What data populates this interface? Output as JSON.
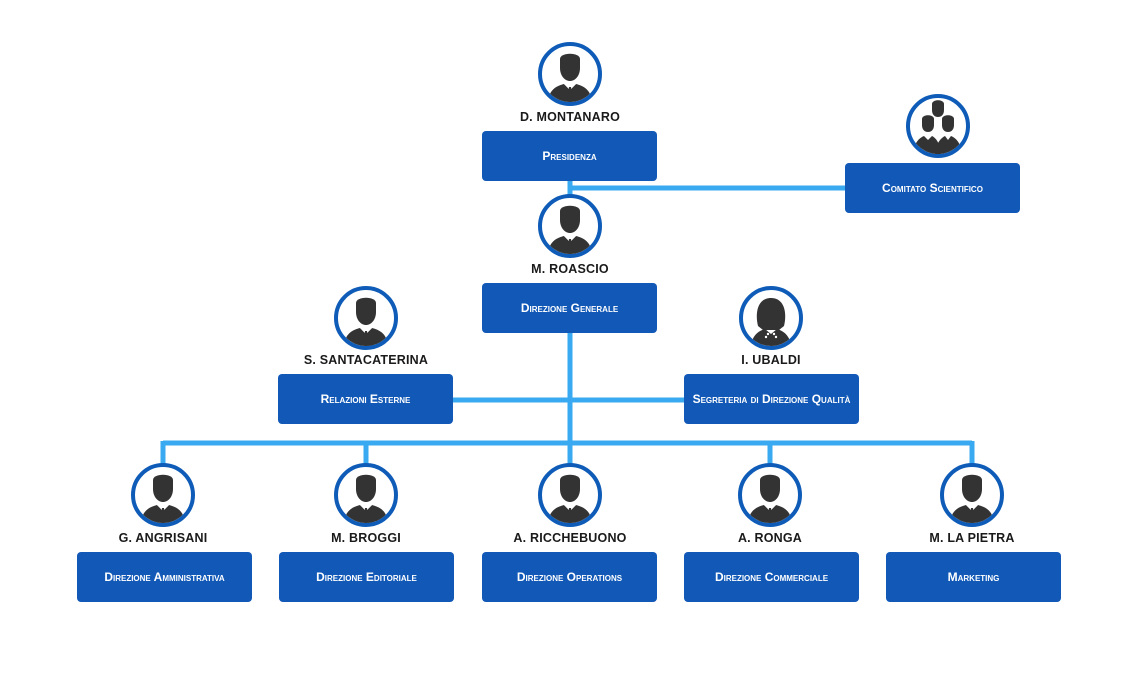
{
  "colors": {
    "box": "#1158b7",
    "connector": "#39a9f2",
    "avatar_border": "#0f5cb8",
    "silhouette": "#333333"
  },
  "nodes": [
    {
      "id": "presidenza",
      "name": "D. MONTANARO",
      "role": "Presidenza",
      "icon": "man-icon"
    },
    {
      "id": "comitato",
      "name": "",
      "role": "Comitato Scientifico",
      "icon": "group-icon"
    },
    {
      "id": "direzione-generale",
      "name": "M. ROASCIO",
      "role": "Direzione Generale",
      "icon": "man-icon"
    },
    {
      "id": "relazioni-esterne",
      "name": "S. SANTACATERINA",
      "role": "Relazioni Esterne",
      "icon": "man-icon"
    },
    {
      "id": "segreteria",
      "name": "I. UBALDI",
      "role": "Segreteria di Direzione Qualità",
      "icon": "woman-icon"
    },
    {
      "id": "amministrativa",
      "name": "G. ANGRISANI",
      "role": "Direzione Amministrativa",
      "icon": "man-icon"
    },
    {
      "id": "editoriale",
      "name": "M. BROGGI",
      "role": "Direzione Editoriale",
      "icon": "man-icon"
    },
    {
      "id": "operations",
      "name": "A. RICCHEBUONO",
      "role": "Direzione Operations",
      "icon": "man-icon"
    },
    {
      "id": "commerciale",
      "name": "A. RONGA",
      "role": "Direzione Commerciale",
      "icon": "man-icon"
    },
    {
      "id": "marketing",
      "name": "M. LA PIETRA",
      "role": "Marketing",
      "icon": "man-icon"
    }
  ]
}
